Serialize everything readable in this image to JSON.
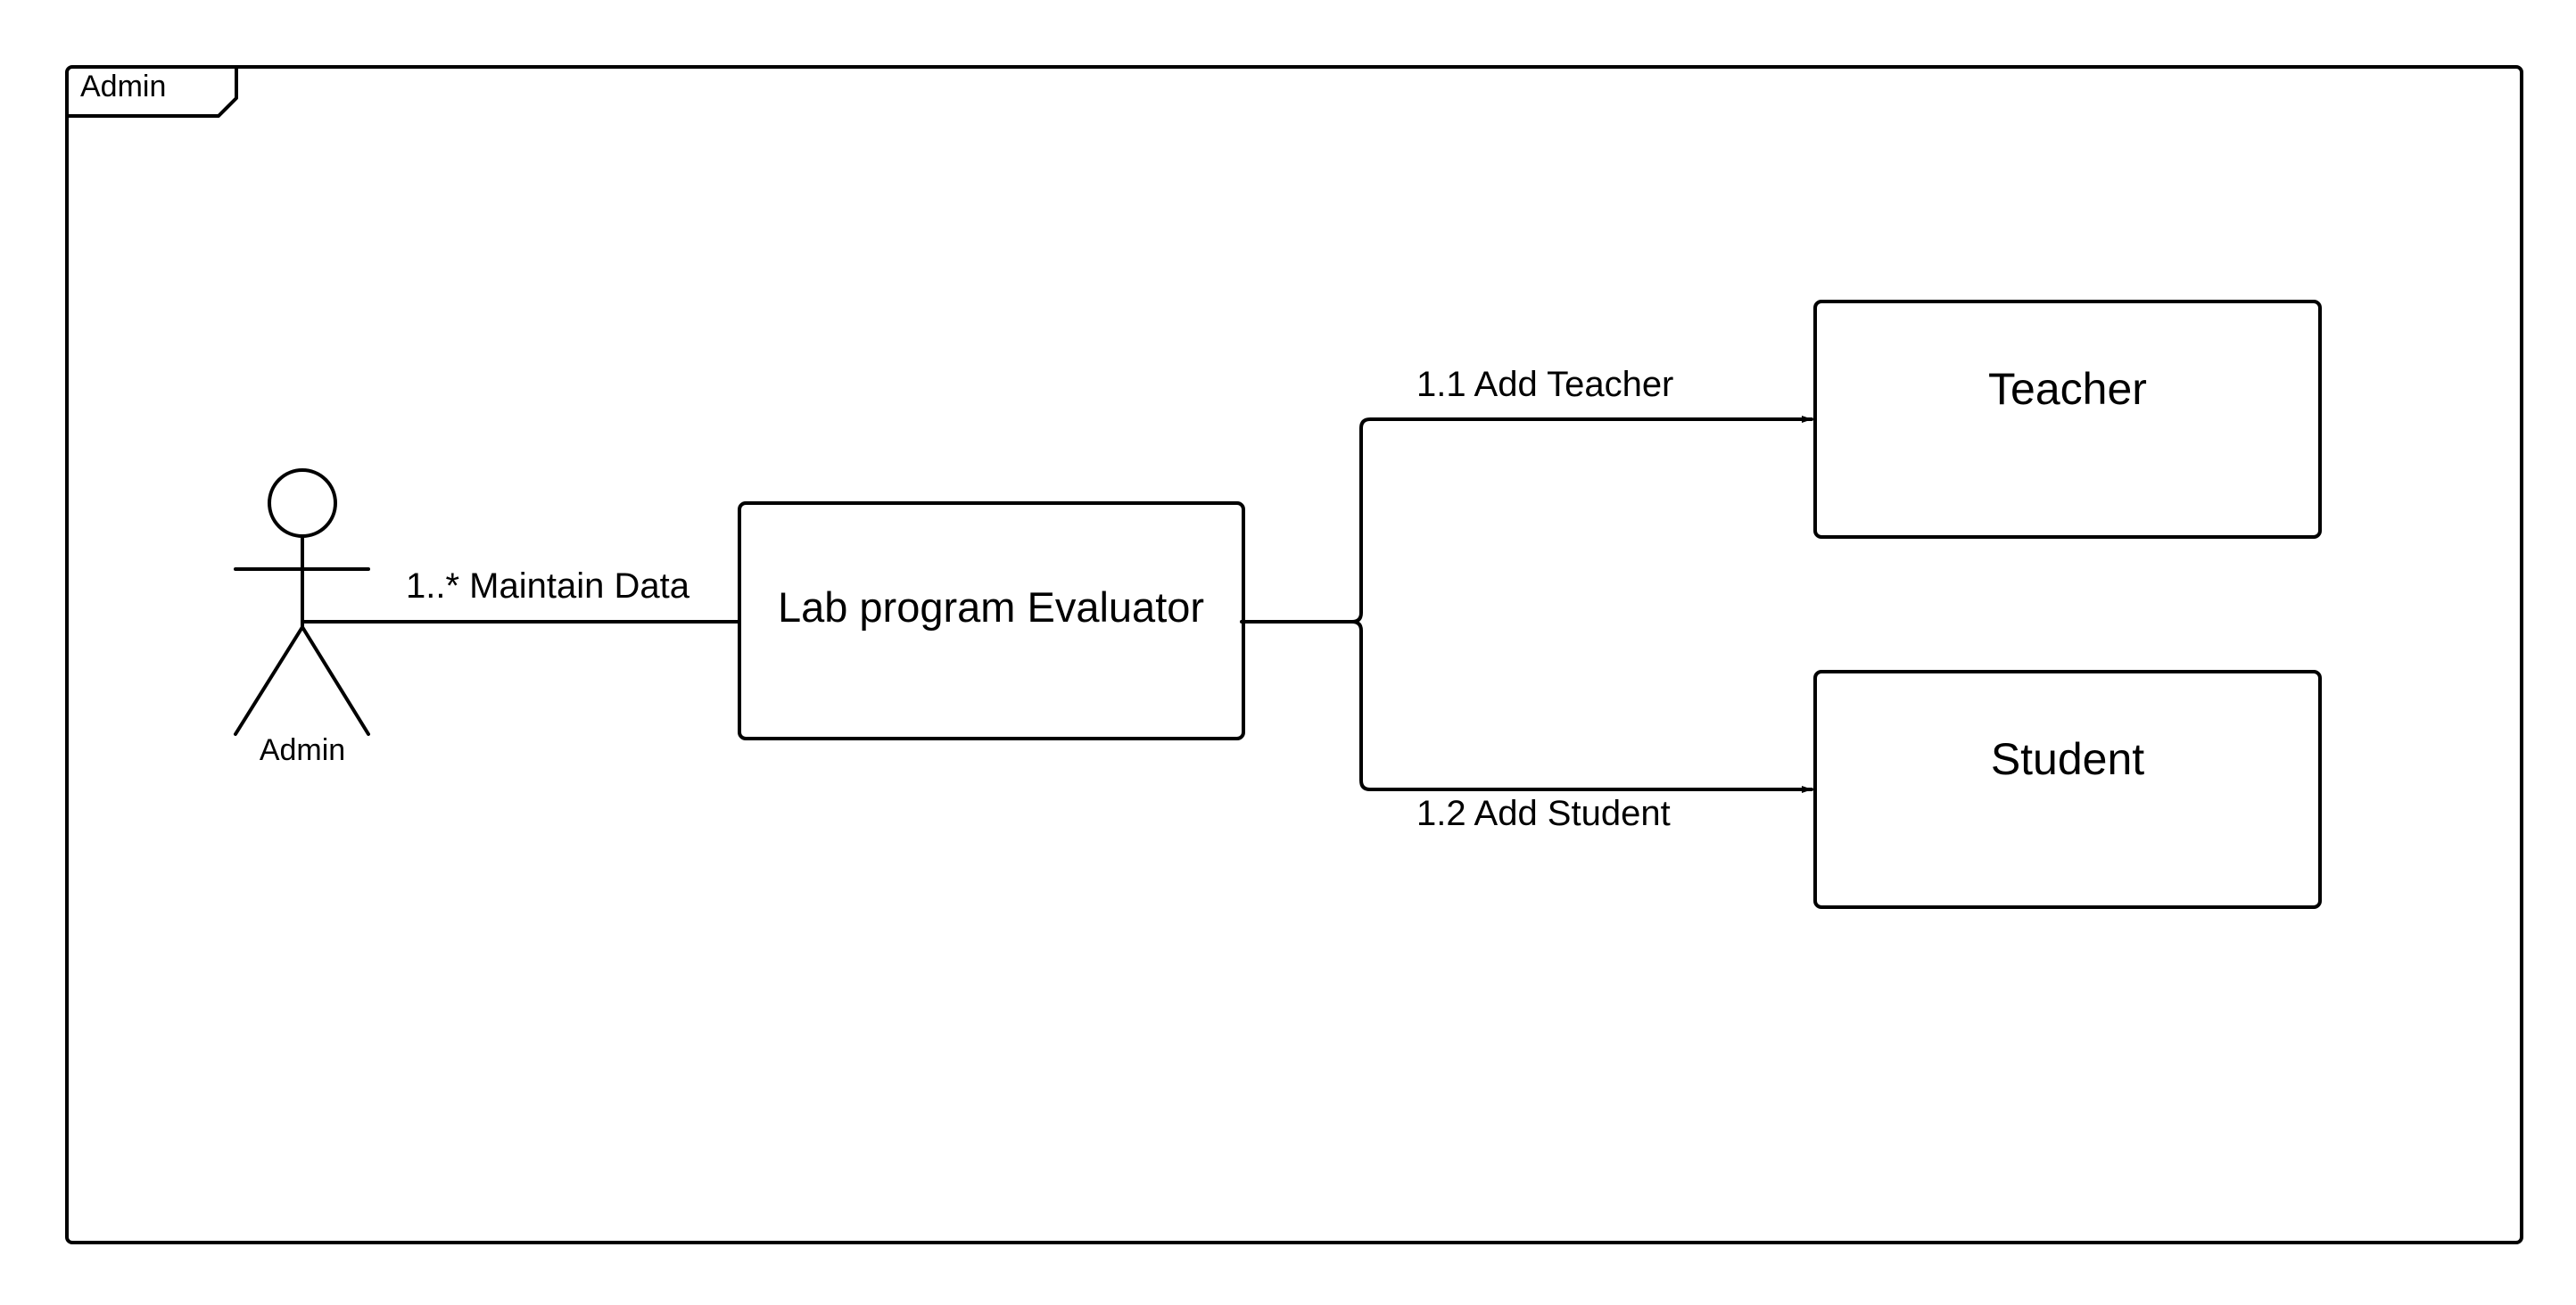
{
  "frame": {
    "label": "Admin"
  },
  "actor": {
    "label": "Admin"
  },
  "nodes": {
    "evaluator": "Lab program Evaluator",
    "teacher": "Teacher",
    "student": "Student"
  },
  "edges": {
    "maintain": "1..* Maintain Data",
    "add_teacher": "1.1 Add Teacher",
    "add_student": "1.2 Add Student"
  },
  "colors": {
    "stroke": "#000000",
    "background": "#ffffff"
  }
}
